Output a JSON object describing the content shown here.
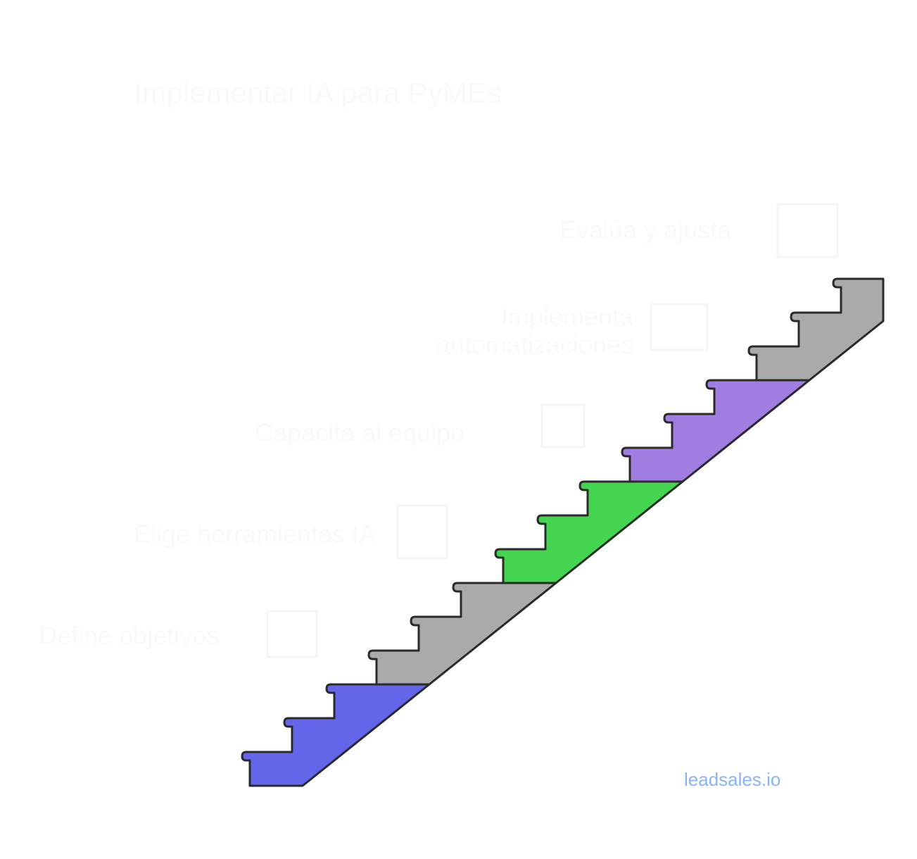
{
  "title": "Implementar IA para PyMEs",
  "steps": [
    {
      "label": "Define objetivos",
      "color": "#6366e8",
      "icon": "target-icon"
    },
    {
      "label": "Elige herramientas IA",
      "color": "#aaaaaa",
      "icon": "tools-icon"
    },
    {
      "label": "Capacita al equipo",
      "color": "#44d44f",
      "icon": "team-icon"
    },
    {
      "label": "Implementa automatizaciones",
      "color": "#a07de0",
      "icon": "gear-icon"
    },
    {
      "label": "Evalúa y ajusta",
      "color": "#aaaaaa",
      "icon": "chart-icon"
    }
  ],
  "watermark": "leadsales.io"
}
